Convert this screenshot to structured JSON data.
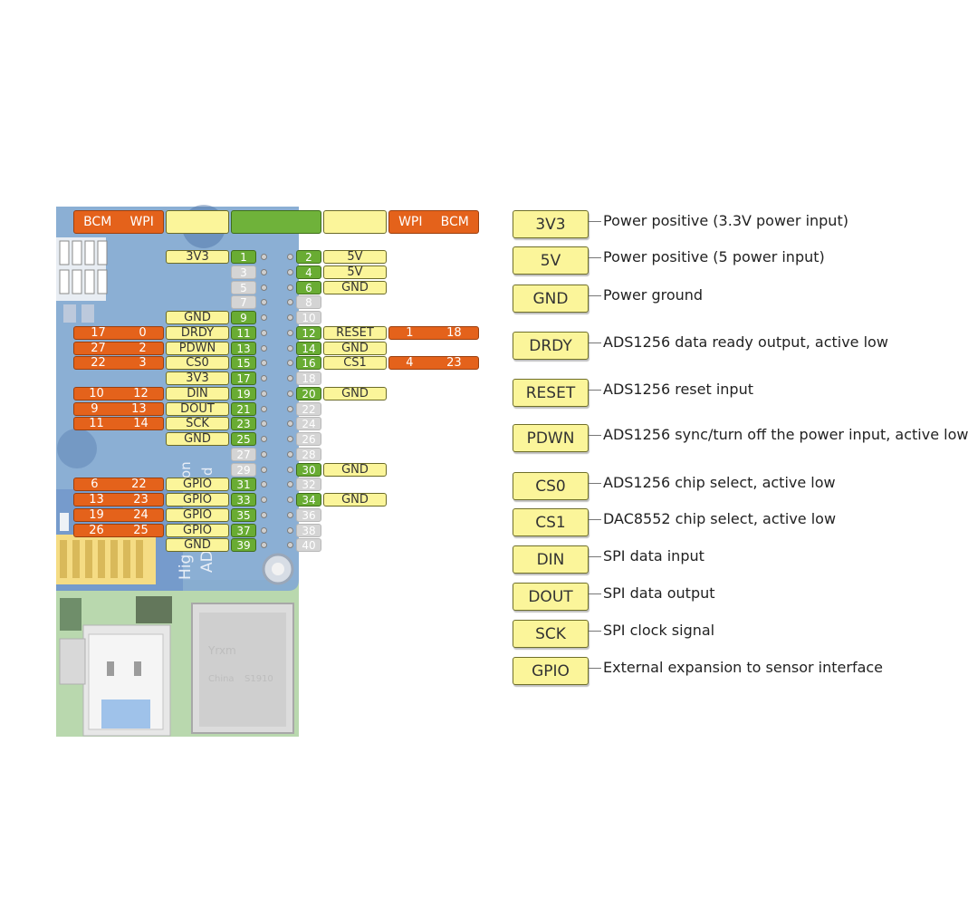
{
  "header": {
    "left_orange": [
      "BCM",
      "WPI"
    ],
    "right_orange": [
      "WPI",
      "BCM"
    ]
  },
  "board": {
    "silkscreen_text": [
      "Hig",
      "AD",
      "on",
      "d"
    ],
    "ethernet_text": [
      "Yrxm",
      "China",
      "S1910"
    ]
  },
  "rows": [
    {
      "left": null,
      "lpin": "1",
      "rpin": "2",
      "right": "5V",
      "lname": "3V3",
      "active": [
        true,
        true
      ]
    },
    {
      "left": null,
      "lpin": "3",
      "rpin": "4",
      "right": "5V",
      "lname": null,
      "active": [
        false,
        true
      ]
    },
    {
      "left": null,
      "lpin": "5",
      "rpin": "6",
      "right": "GND",
      "lname": null,
      "active": [
        false,
        true
      ]
    },
    {
      "left": null,
      "lpin": "7",
      "rpin": "8",
      "right": null,
      "lname": null,
      "active": [
        false,
        false
      ]
    },
    {
      "left": null,
      "lpin": "9",
      "rpin": "10",
      "right": null,
      "lname": "GND",
      "active": [
        true,
        false
      ]
    },
    {
      "left": [
        "17",
        "0"
      ],
      "lpin": "11",
      "rpin": "12",
      "right": "RESET",
      "rorange": [
        "1",
        "18"
      ],
      "lname": "DRDY",
      "active": [
        true,
        true
      ]
    },
    {
      "left": [
        "27",
        "2"
      ],
      "lpin": "13",
      "rpin": "14",
      "right": "GND",
      "lname": "PDWN",
      "active": [
        true,
        true
      ]
    },
    {
      "left": [
        "22",
        "3"
      ],
      "lpin": "15",
      "rpin": "16",
      "right": "CS1",
      "rorange": [
        "4",
        "23"
      ],
      "lname": "CS0",
      "active": [
        true,
        true
      ]
    },
    {
      "left": null,
      "lpin": "17",
      "rpin": "18",
      "right": null,
      "lname": "3V3",
      "active": [
        true,
        false
      ]
    },
    {
      "left": [
        "10",
        "12"
      ],
      "lpin": "19",
      "rpin": "20",
      "right": "GND",
      "lname": "DIN",
      "active": [
        true,
        true
      ]
    },
    {
      "left": [
        "9",
        "13"
      ],
      "lpin": "21",
      "rpin": "22",
      "right": null,
      "lname": "DOUT",
      "active": [
        true,
        false
      ]
    },
    {
      "left": [
        "11",
        "14"
      ],
      "lpin": "23",
      "rpin": "24",
      "right": null,
      "lname": "SCK",
      "active": [
        true,
        false
      ]
    },
    {
      "left": null,
      "lpin": "25",
      "rpin": "26",
      "right": null,
      "lname": "GND",
      "active": [
        true,
        false
      ]
    },
    {
      "left": null,
      "lpin": "27",
      "rpin": "28",
      "right": null,
      "lname": null,
      "active": [
        false,
        false
      ]
    },
    {
      "left": null,
      "lpin": "29",
      "rpin": "30",
      "right": "GND",
      "lname": null,
      "active": [
        false,
        true
      ]
    },
    {
      "left": [
        "6",
        "22"
      ],
      "lpin": "31",
      "rpin": "32",
      "right": null,
      "lname": "GPIO",
      "active": [
        true,
        false
      ]
    },
    {
      "left": [
        "13",
        "23"
      ],
      "lpin": "33",
      "rpin": "34",
      "right": "GND",
      "lname": "GPIO",
      "active": [
        true,
        true
      ]
    },
    {
      "left": [
        "19",
        "24"
      ],
      "lpin": "35",
      "rpin": "36",
      "right": null,
      "lname": "GPIO",
      "active": [
        true,
        false
      ]
    },
    {
      "left": [
        "26",
        "25"
      ],
      "lpin": "37",
      "rpin": "38",
      "right": null,
      "lname": "GPIO",
      "active": [
        true,
        false
      ]
    },
    {
      "left": null,
      "lpin": "39",
      "rpin": "40",
      "right": null,
      "lname": "GND",
      "active": [
        true,
        false
      ]
    }
  ],
  "legend": [
    {
      "label": "3V3",
      "desc": "Power positive (3.3V power input)"
    },
    {
      "label": "5V",
      "desc": "Power positive (5 power input)"
    },
    {
      "label": "GND",
      "desc": "Power ground"
    },
    {
      "label": "DRDY",
      "desc": "ADS1256 data ready output, active low"
    },
    {
      "label": "RESET",
      "desc": "ADS1256 reset input"
    },
    {
      "label": "PDWN",
      "desc": "ADS1256 sync/turn off the power input, active low"
    },
    {
      "label": "CS0",
      "desc": "ADS1256 chip select, active low"
    },
    {
      "label": "CS1",
      "desc": "DAC8552 chip select, active low"
    },
    {
      "label": "DIN",
      "desc": "SPI data input"
    },
    {
      "label": "DOUT",
      "desc": "SPI data output"
    },
    {
      "label": "SCK",
      "desc": "SPI clock signal"
    },
    {
      "label": "GPIO",
      "desc": "External expansion to sensor interface"
    }
  ],
  "colors": {
    "yellow": "#fbf59a",
    "orange": "#e4621b",
    "green": "#69ac33",
    "gray": "#d4d4d4",
    "board_blue": "#6d93c9"
  }
}
